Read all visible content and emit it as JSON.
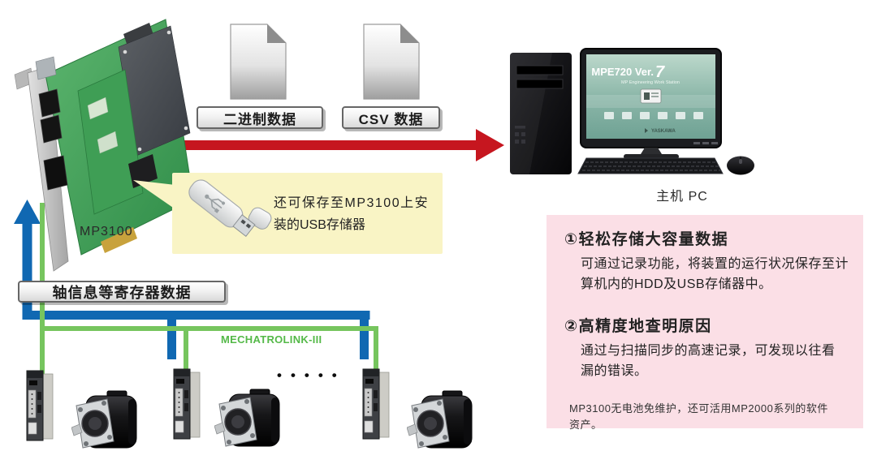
{
  "colors": {
    "red_arrow": "#c6161f",
    "network_blue": "#1068b2",
    "network_green": "#76c55e",
    "mechatrolink_green": "#54b948",
    "callout_yellow": "#f9f4c5",
    "panel_pink": "#fbdfe6"
  },
  "diagram": {
    "board_label": "MP3100",
    "file_binary_label": "二进制数据",
    "file_csv_label": "CSV 数据",
    "usb_callout_line1": "还可保存至MP3100上安",
    "usb_callout_line2": "装的USB存储器",
    "register_data_label": "轴信息等寄存器数据",
    "network_label": "MECHATROLINK-III",
    "ellipsis_dots": "•••••",
    "host_pc_label": "主机 PC",
    "screen_title_prefix": "MPE720 Ver.",
    "screen_title_version": "7",
    "screen_subtitle": "MP Engineering Work Station",
    "screen_brand": "YASKAWA"
  },
  "info_panel": {
    "item1_heading": "①轻松存储大容量数据",
    "item1_line1": "可通过记录功能，将装置的运行状况保存至计",
    "item1_line2": "算机内的HDD及USB存储器中。",
    "item2_heading": "②高精度地查明原因",
    "item2_line1": "通过与扫描同步的高速记录，可发现以往看",
    "item2_line2": "漏的错误。",
    "note_line1": "MP3100无电池免维护，还可活用MP2000系列的软件",
    "note_line2": "资产。"
  }
}
